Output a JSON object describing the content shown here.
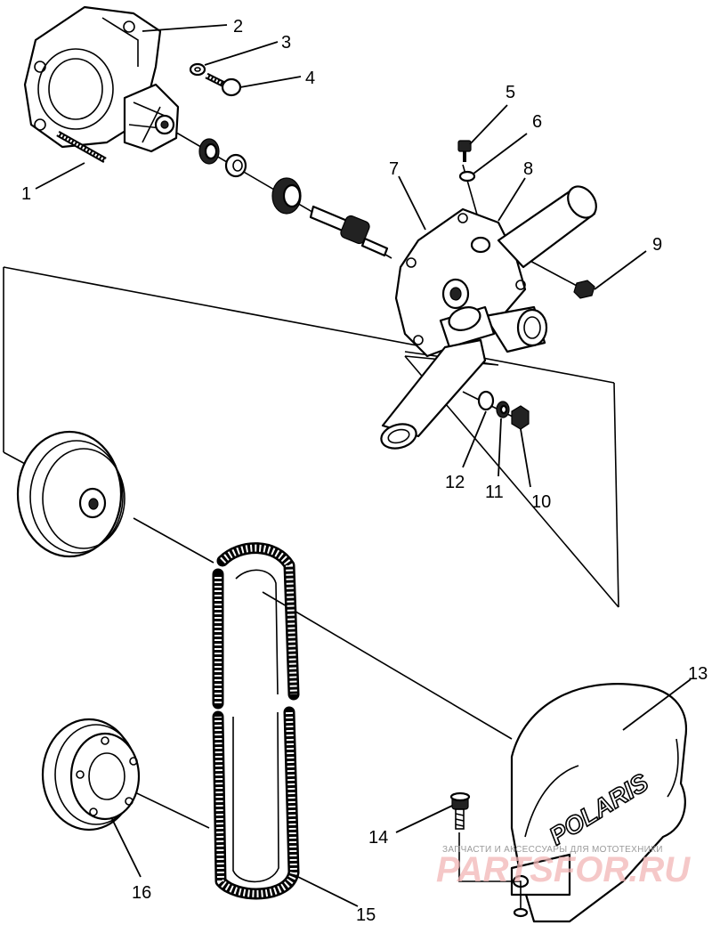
{
  "callouts": [
    {
      "id": "1",
      "text": "1"
    },
    {
      "id": "2",
      "text": "2"
    },
    {
      "id": "3",
      "text": "3"
    },
    {
      "id": "4",
      "text": "4"
    },
    {
      "id": "5",
      "text": "5"
    },
    {
      "id": "6",
      "text": "6"
    },
    {
      "id": "7",
      "text": "7"
    },
    {
      "id": "8",
      "text": "8"
    },
    {
      "id": "9",
      "text": "9"
    },
    {
      "id": "10",
      "text": "10"
    },
    {
      "id": "11",
      "text": "11"
    },
    {
      "id": "12",
      "text": "12"
    },
    {
      "id": "13",
      "text": "13"
    },
    {
      "id": "14",
      "text": "14"
    },
    {
      "id": "15",
      "text": "15"
    },
    {
      "id": "16",
      "text": "16"
    }
  ],
  "cover_brand": "POLARIS",
  "watermark": {
    "caption": "ЗАПЧАСТИ И АКСЕССУАРЫ ДЛЯ МОТОТЕХНИКИ",
    "site": "PARTSFOR.RU"
  }
}
